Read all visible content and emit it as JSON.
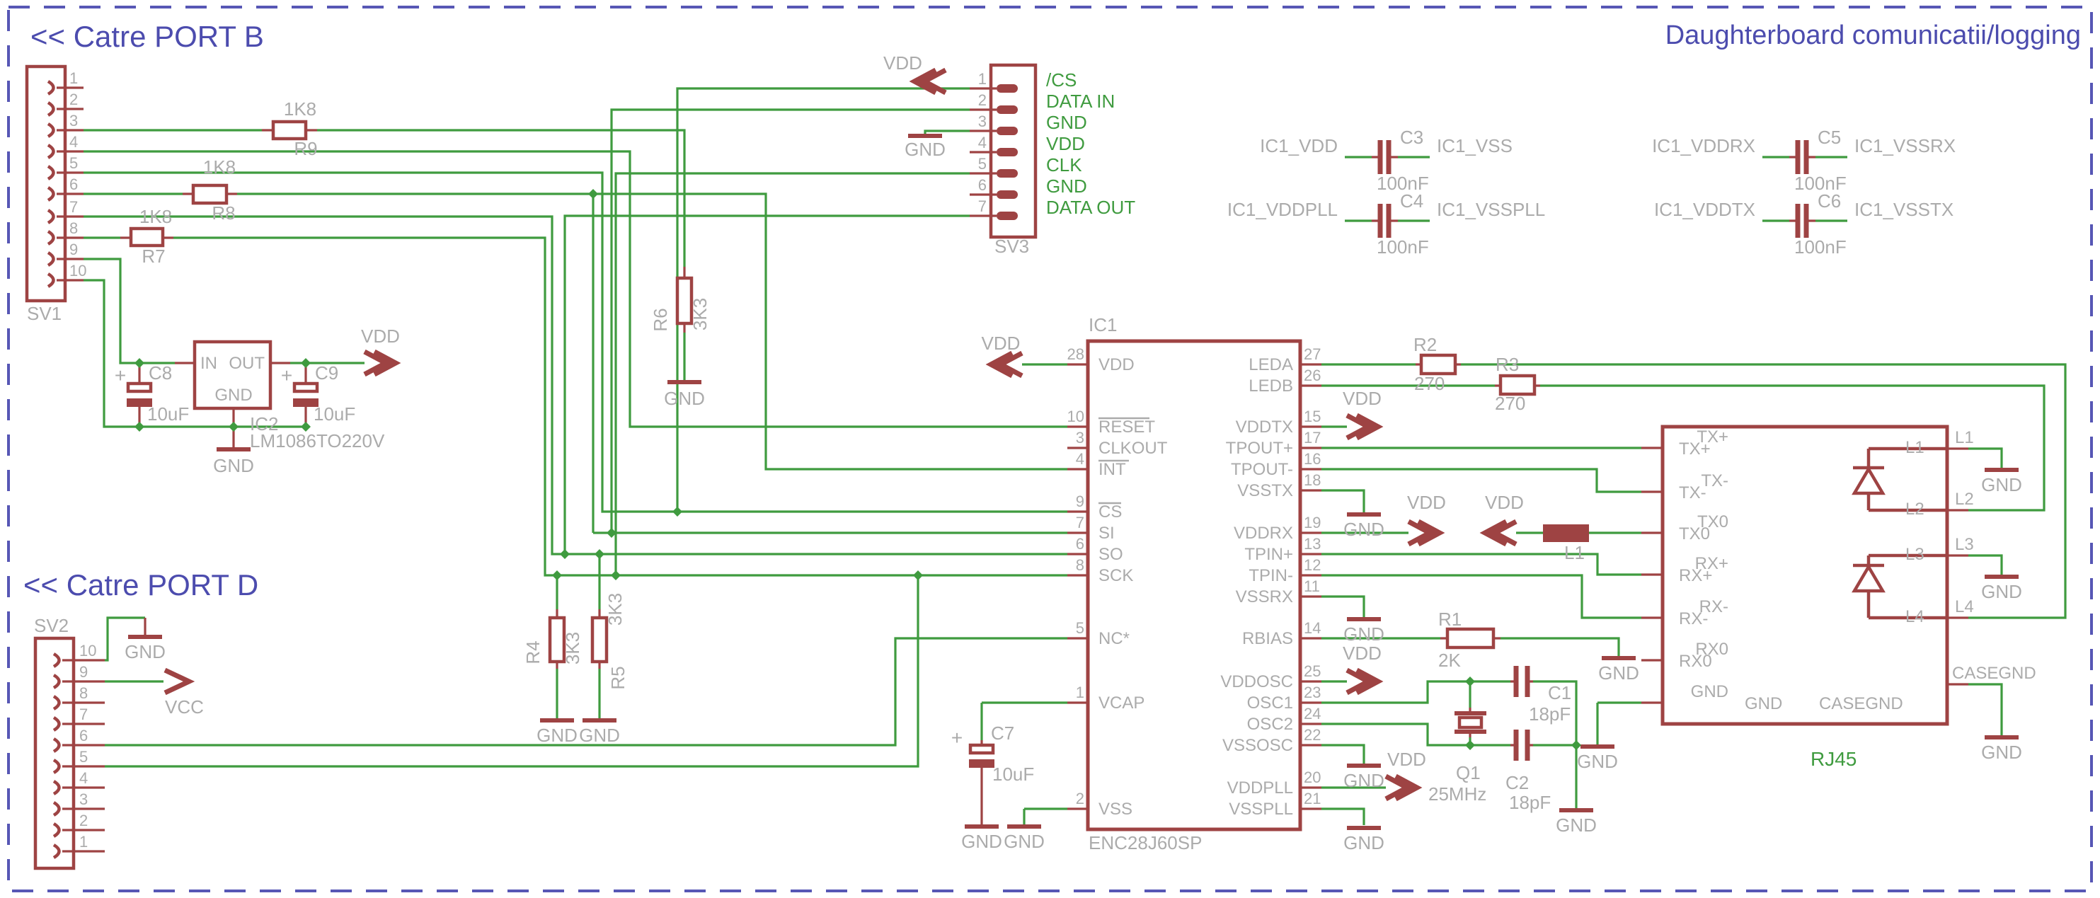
{
  "t": {
    "port_b": "<< Catre PORT B",
    "port_d": "<< Catre PORT D",
    "board": "Daughterboard comunicatii/logging"
  },
  "p": {
    "vdd": "VDD",
    "gnd": "GND",
    "vcc": "VCC",
    "plus": "+"
  },
  "colors": {
    "wire": "#3f9b3f",
    "symbol": "#9e4343",
    "label": "#ababab",
    "title": "#4c4cae",
    "frame": "#5757b5"
  },
  "sv1": {
    "ref": "SV1",
    "pins": [
      "1",
      "2",
      "3",
      "4",
      "5",
      "6",
      "7",
      "8",
      "9",
      "10"
    ]
  },
  "sv2": {
    "ref": "SV2",
    "pins": [
      "10",
      "9",
      "8",
      "7",
      "6",
      "5",
      "4",
      "3",
      "2",
      "1"
    ]
  },
  "sv3": {
    "ref": "SV3",
    "pins": [
      "1",
      "2",
      "3",
      "4",
      "5",
      "6",
      "7"
    ],
    "nets": [
      "/CS",
      "DATA IN",
      "GND",
      "VDD",
      "CLK",
      "GND",
      "DATA OUT"
    ]
  },
  "ic1": {
    "ref": "IC1",
    "part": "ENC28J60SP",
    "l": [
      {
        "n": "28",
        "p": "VDD"
      },
      {
        "n": "10",
        "p": "RESET"
      },
      {
        "n": "3",
        "p": "CLKOUT"
      },
      {
        "n": "4",
        "p": "INT"
      },
      {
        "n": "9",
        "p": "CS"
      },
      {
        "n": "7",
        "p": "SI"
      },
      {
        "n": "6",
        "p": "SO"
      },
      {
        "n": "8",
        "p": "SCK"
      },
      {
        "n": "5",
        "p": "NC*"
      },
      {
        "n": "1",
        "p": "VCAP"
      },
      {
        "n": "2",
        "p": "VSS"
      }
    ],
    "r": [
      {
        "n": "27",
        "p": "LEDA"
      },
      {
        "n": "26",
        "p": "LEDB"
      },
      {
        "n": "15",
        "p": "VDDTX"
      },
      {
        "n": "17",
        "p": "TPOUT+"
      },
      {
        "n": "16",
        "p": "TPOUT-"
      },
      {
        "n": "18",
        "p": "VSSTX"
      },
      {
        "n": "19",
        "p": "VDDRX"
      },
      {
        "n": "13",
        "p": "TPIN+"
      },
      {
        "n": "12",
        "p": "TPIN-"
      },
      {
        "n": "11",
        "p": "VSSRX"
      },
      {
        "n": "14",
        "p": "RBIAS"
      },
      {
        "n": "25",
        "p": "VDDOSC"
      },
      {
        "n": "23",
        "p": "OSC1"
      },
      {
        "n": "24",
        "p": "OSC2"
      },
      {
        "n": "22",
        "p": "VSSOSC"
      },
      {
        "n": "20",
        "p": "VDDPLL"
      },
      {
        "n": "21",
        "p": "VSSPLL"
      }
    ]
  },
  "ic2": {
    "ref": "IC2",
    "part": "LM1086TO220V",
    "pin_in": "IN",
    "pin_out": "OUT",
    "pin_gnd": "GND"
  },
  "r": {
    "r1": {
      "ref": "R1",
      "val": "2K"
    },
    "r2": {
      "ref": "R2",
      "val": "270"
    },
    "r3": {
      "ref": "R3",
      "val": "270"
    },
    "r4": {
      "ref": "R4",
      "val": "3K3"
    },
    "r5": {
      "ref": "R5",
      "val": "3K3"
    },
    "r6": {
      "ref": "R6",
      "val": "3K3"
    },
    "r7": {
      "ref": "R7",
      "val": "1K8"
    },
    "r8": {
      "ref": "R8",
      "val": "1K8"
    },
    "r9": {
      "ref": "R9",
      "val": "1K8"
    }
  },
  "c": {
    "c1": {
      "ref": "C1",
      "val": "18pF"
    },
    "c2": {
      "ref": "C2",
      "val": "18pF"
    },
    "c3": {
      "ref": "C3",
      "val": "100nF",
      "l": "IC1_VDD",
      "rr": "IC1_VSS"
    },
    "c4": {
      "ref": "C4",
      "val": "100nF",
      "l": "IC1_VDDPLL",
      "rr": "IC1_VSSPLL"
    },
    "c5": {
      "ref": "C5",
      "val": "100nF",
      "l": "IC1_VDDRX",
      "rr": "IC1_VSSRX"
    },
    "c6": {
      "ref": "C6",
      "val": "100nF",
      "l": "IC1_VDDTX",
      "rr": "IC1_VSSTX"
    },
    "c7": {
      "ref": "C7",
      "val": "10uF"
    },
    "c8": {
      "ref": "C8",
      "val": "10uF"
    },
    "c9": {
      "ref": "C9",
      "val": "10uF"
    }
  },
  "q": {
    "ref": "Q1",
    "val": "25MHz"
  },
  "fb": {
    "ref": "L1"
  },
  "rj": {
    "ref": "RJ45",
    "lp": [
      "TX+",
      "TX-",
      "TX0",
      "RX+",
      "RX-",
      "RX0",
      "GND"
    ],
    "rp": [
      "L1",
      "L2",
      "L3",
      "L4",
      "CASEGND"
    ]
  }
}
